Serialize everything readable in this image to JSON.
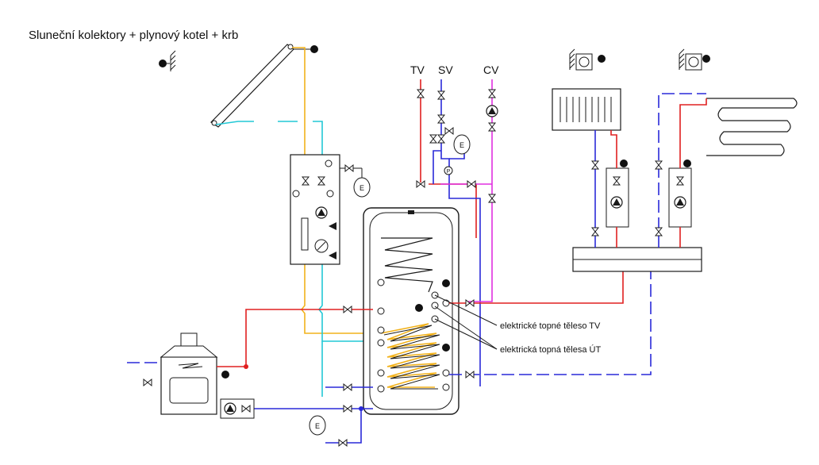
{
  "title": "Sluneční kolektory + plynový kotel + krb",
  "connections": {
    "hot_water": "TV",
    "cold_water": "SV",
    "circulation": "CV"
  },
  "annotations": {
    "heater_tv": "elektrické topné těleso TV",
    "heaters_ut": "elektrická topná tělesa ÚT"
  },
  "device_labels": {
    "expansion_tank": "E",
    "pressure_gauge": "P"
  },
  "colors": {
    "supply": "#e02020",
    "return": "#2a2ad8",
    "solar_hot": "#f2b21c",
    "solar_cold": "#22c8d6",
    "circulation": "#e030e0",
    "structure": "#1a1a1a"
  }
}
